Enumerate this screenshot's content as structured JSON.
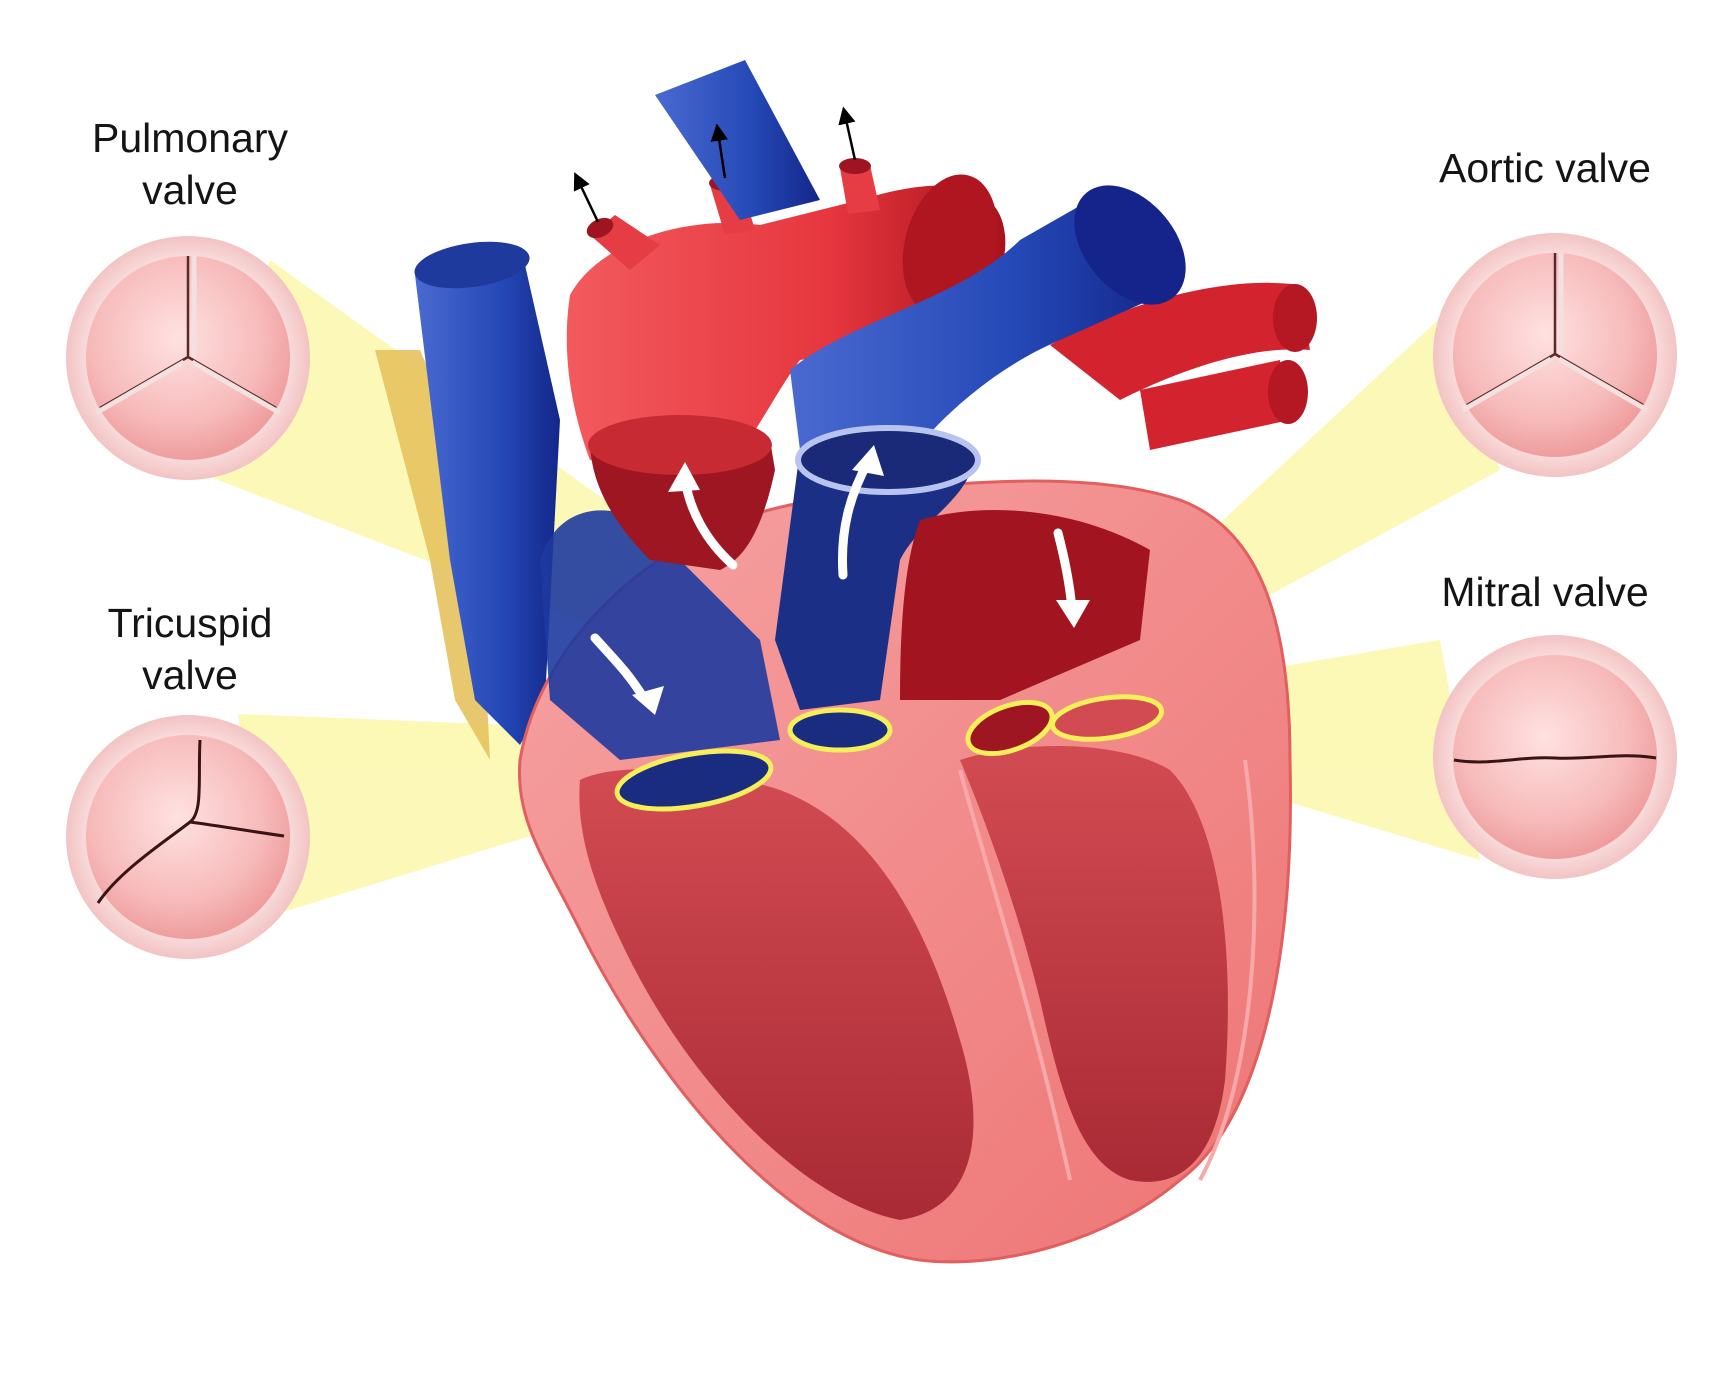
{
  "labels": {
    "pulmonary": [
      "Pulmonary",
      "valve"
    ],
    "tricuspid": [
      "Tricuspid",
      "valve"
    ],
    "aortic": "Aortic valve",
    "mitral": "Mitral valve"
  },
  "colors": {
    "oxygen_rich": "#e8444c",
    "oxygen_poor": "#2c4fb8",
    "heart_wall": "#f08a8a",
    "valve_highlight": "#f5ef5a",
    "callout_beam": "#fbf7a0",
    "valve_disc": "#f7c2c2",
    "valve_rim": "#f5d2d2",
    "fat": "#e6c25e"
  },
  "icons": {
    "flow_arrows": "arrow-icon",
    "outflow_arrows": "arrow-icon"
  }
}
